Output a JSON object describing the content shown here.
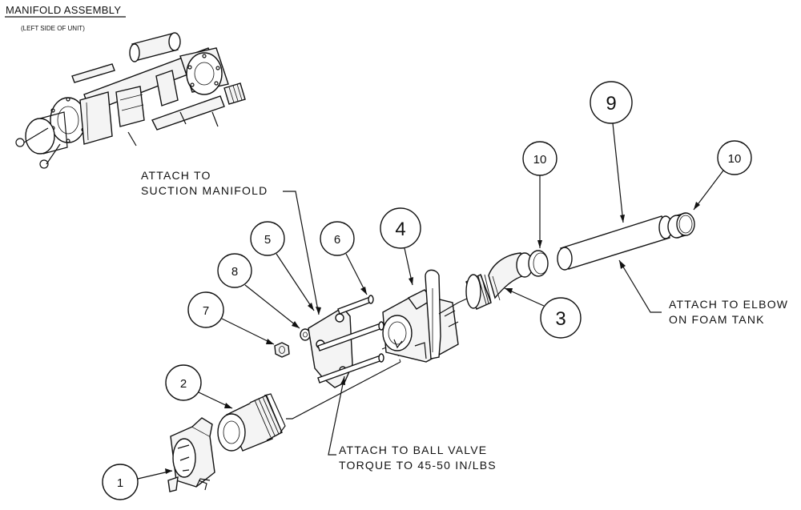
{
  "header": {
    "title": "MANIFOLD ASSEMBLY",
    "subtitle": "(LEFT SIDE OF UNIT)"
  },
  "notes": {
    "suction": [
      "ATTACH TO",
      "SUCTION MANIFOLD"
    ],
    "elbow": [
      "ATTACH TO ELBOW",
      "ON FOAM TANK"
    ],
    "ball_valve": [
      "ATTACH TO BALL VALVE",
      "TORQUE TO 45-50 IN/LBS"
    ]
  },
  "callouts": {
    "c1": "1",
    "c2": "2",
    "c3": "3",
    "c4": "4",
    "c5": "5",
    "c6": "6",
    "c7": "7",
    "c8": "8",
    "c9": "9",
    "c10a": "10",
    "c10b": "10"
  }
}
